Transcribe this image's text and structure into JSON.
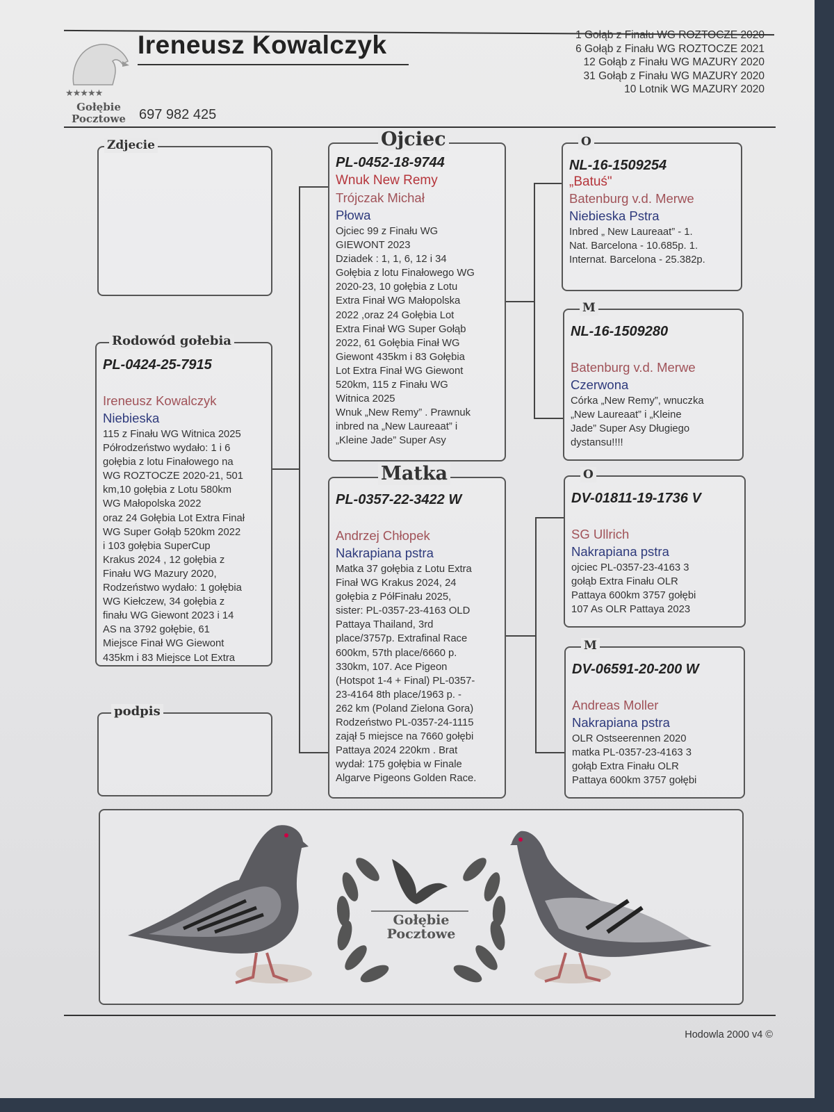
{
  "header": {
    "owner_name": "Ireneusz Kowalczyk",
    "phone": "697 982 425",
    "logo_text": "Gołębie Pocztowe",
    "logo_stars": "★★★★★",
    "achievements": [
      "1 Gołąb z Finału WG ROZTOCZE 2020",
      "6 Gołąb z Finału WG ROZTOCZE 2021",
      "12 Gołąb z Finału WG MAZURY 2020",
      "31 Gołąb z Finału WG MAZURY 2020",
      "10 Lotnik WG MAZURY 2020"
    ]
  },
  "photo": {
    "label": "Zdjecie"
  },
  "signature": {
    "label": "podpis"
  },
  "pigeon": {
    "label": "Rodowód gołebia",
    "ring": "PL-0424-25-7915",
    "breeder": "Ireneusz Kowalczyk",
    "colour": "Niebieska",
    "desc": "115 z Finału WG Witnica 2025\nPółrodzeństwo wydało: 1 i 6\ngołębia z lotu Finałowego na\nWG ROZTOCZE 2020-21, 501\nkm,10 gołębia z Lotu 580km\nWG Małopolska 2022\noraz 24 Gołębia Lot Extra Finał\nWG Super Gołąb 520km 2022\ni 103 gołębia SuperCup\nKrakus 2024 , 12 gołębia z\nFinału WG Mazury 2020,\nRodzeństwo wydało: 1 gołębia\nWG Kiełczew, 34 gołębia z\nfinału WG Giewont 2023 i 14\nAS na 3792 gołębie, 61\nMiejsce Finał WG Giewont\n435km i 83 Miejsce Lot Extra"
  },
  "father": {
    "label": "Ojciec",
    "ring": "PL-0452-18-9744",
    "name": "Wnuk New Remy",
    "breeder": "Trójczak Michał",
    "colour": "Płowa",
    "desc": "Ojciec 99 z Finału WG\nGIEWONT 2023\nDziadek : 1, 1, 6, 12 i 34\nGołębia z lotu Finałowego WG\n2020-23, 10 gołębia z Lotu\nExtra Finał WG Małopolska\n2022 ,oraz 24 Gołębia Lot\nExtra Finał WG Super Gołąb\n2022, 61 Gołębia Finał WG\nGiewont 435km i 83 Gołębia\nLot Extra Finał WG Giewont\n520km, 115 z Finału WG\nWitnica 2025\nWnuk „New Remy” . Prawnuk\ninbred na „New Laureaat” i\n„Kleine Jade” Super Asy"
  },
  "mother": {
    "label": "Matka",
    "ring": "PL-0357-22-3422 W",
    "breeder": "Andrzej Chłopek",
    "colour": "Nakrapiana pstra",
    "desc": "Matka 37 gołębia z Lotu Extra\nFinał WG Krakus 2024, 24\ngołębia z PółFinału 2025,\nsister: PL-0357-23-4163 OLD\nPattaya Thailand, 3rd\nplace/3757p. Extrafinal Race\n600km, 57th place/6660 p.\n330km, 107. Ace Pigeon\n(Hotspot 1-4 + Final) PL-0357-\n23-4164 8th place/1963 p. -\n262 km (Poland Zielona Gora)\nRodzeństwo PL-0357-24-1115\nzajął 5 miejsce na 7660 gołębi\nPattaya 2024 220km . Brat\nwydał: 175 gołębia w Finale\nAlgarve Pigeons Golden Race."
  },
  "ff": {
    "label": "O",
    "ring": "NL-16-1509254",
    "name": "„Batuś\"",
    "breeder": "Batenburg v.d. Merwe",
    "colour": "Niebieska Pstra",
    "desc": "Inbred „ New Laureaat” - 1.\nNat. Barcelona - 10.685p. 1.\nInternat. Barcelona - 25.382p."
  },
  "fm": {
    "label": "M",
    "ring": "NL-16-1509280",
    "breeder": "Batenburg v.d. Merwe",
    "colour": "Czerwona",
    "desc": "Córka „New Remy”, wnuczka\n„New Laureaat” i „Kleine\nJade” Super Asy Długiego\ndystansu!!!!"
  },
  "mf": {
    "label": "O",
    "ring": "DV-01811-19-1736 V",
    "breeder": "SG Ullrich",
    "colour": "Nakrapiana pstra",
    "desc": "ojciec PL-0357-23-4163 3\ngołąb Extra Finału OLR\nPattaya 600km 3757 gołębi\n107 As OLR Pattaya 2023"
  },
  "mm": {
    "label": "M",
    "ring": "DV-06591-20-200 W",
    "breeder": "Andreas Moller",
    "colour": "Nakrapiana pstra",
    "desc": "OLR Ostseerennen 2020\nmatka PL-0357-23-4163 3\ngołąb Extra Finału OLR\nPattaya 600km 3757 gołębi"
  },
  "banner": {
    "logo_text": "Gołębie Pocztowe"
  },
  "footer": {
    "text": "Hodowla 2000 v4 ©"
  }
}
